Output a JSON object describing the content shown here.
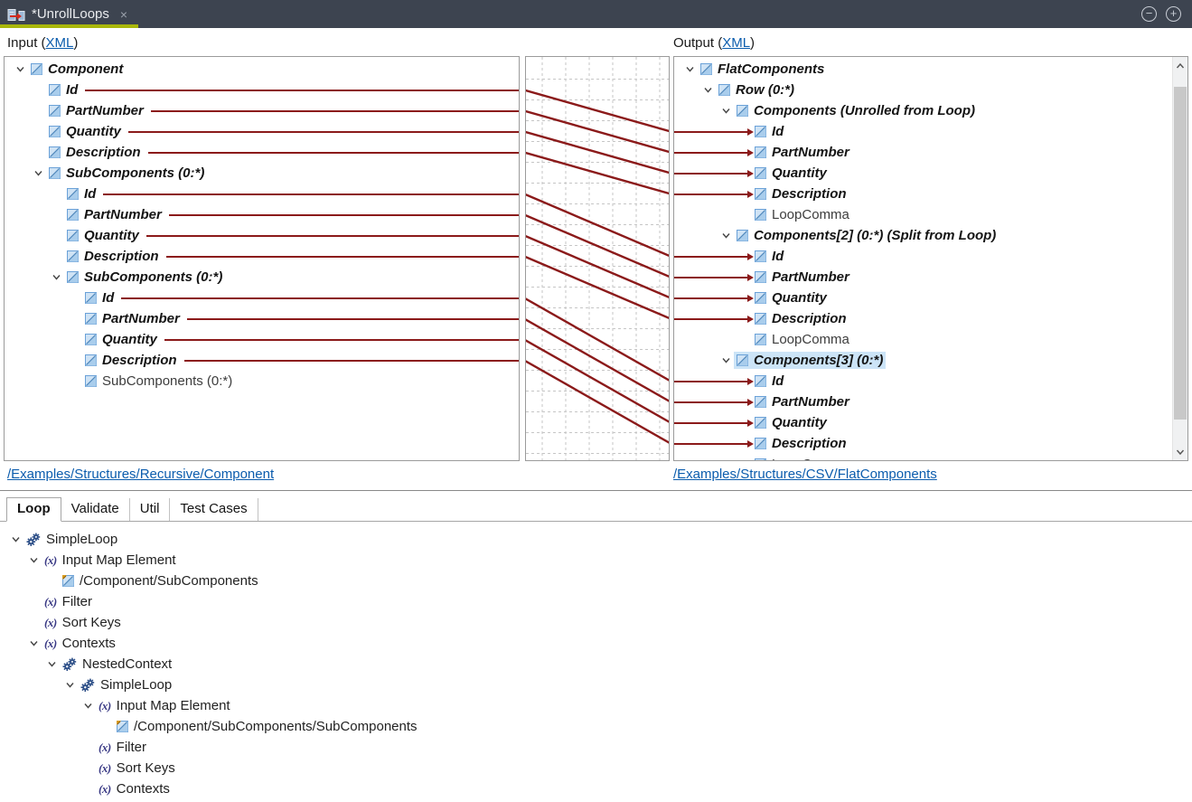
{
  "titlebar": {
    "title": "*UnrollLoops",
    "close_glyph": "×",
    "zoom_out_glyph": "−",
    "zoom_in_glyph": "+"
  },
  "headers": {
    "input": {
      "prefix": "Input (",
      "link": "XML",
      "suffix": ")"
    },
    "output": {
      "prefix": "Output (",
      "link": "XML",
      "suffix": ")"
    }
  },
  "icons": {
    "chevron_expanded": "v-chevron",
    "xml_element": "blue-square-with-diagonal",
    "xml_map_element": "blue-square-with-gold-mark",
    "formula": "(x)",
    "gears": "double-gear",
    "document_tab": "mapping-arrow-between-documents"
  },
  "input_tree": {
    "rows": [
      {
        "label": "Component",
        "level": 0,
        "chevron": true,
        "bold": true,
        "mapped": false
      },
      {
        "label": "Id",
        "level": 1,
        "chevron": false,
        "bold": true,
        "mapped": true
      },
      {
        "label": "PartNumber",
        "level": 1,
        "chevron": false,
        "bold": true,
        "mapped": true
      },
      {
        "label": "Quantity",
        "level": 1,
        "chevron": false,
        "bold": true,
        "mapped": true
      },
      {
        "label": "Description",
        "level": 1,
        "chevron": false,
        "bold": true,
        "mapped": true
      },
      {
        "label": "SubComponents (0:*)",
        "level": 1,
        "chevron": true,
        "bold": true,
        "mapped": false
      },
      {
        "label": "Id",
        "level": 2,
        "chevron": false,
        "bold": true,
        "mapped": true
      },
      {
        "label": "PartNumber",
        "level": 2,
        "chevron": false,
        "bold": true,
        "mapped": true
      },
      {
        "label": "Quantity",
        "level": 2,
        "chevron": false,
        "bold": true,
        "mapped": true
      },
      {
        "label": "Description",
        "level": 2,
        "chevron": false,
        "bold": true,
        "mapped": true
      },
      {
        "label": "SubComponents (0:*)",
        "level": 2,
        "chevron": true,
        "bold": true,
        "mapped": false
      },
      {
        "label": "Id",
        "level": 3,
        "chevron": false,
        "bold": true,
        "mapped": true
      },
      {
        "label": "PartNumber",
        "level": 3,
        "chevron": false,
        "bold": true,
        "mapped": true
      },
      {
        "label": "Quantity",
        "level": 3,
        "chevron": false,
        "bold": true,
        "mapped": true
      },
      {
        "label": "Description",
        "level": 3,
        "chevron": false,
        "bold": true,
        "mapped": true
      },
      {
        "label": "SubComponents (0:*)",
        "level": 3,
        "chevron": false,
        "bold": false,
        "mapped": false
      }
    ]
  },
  "output_tree": {
    "rows": [
      {
        "label": "FlatComponents",
        "level": 0,
        "chevron": true,
        "bold": true,
        "arrow": false,
        "selected": false
      },
      {
        "label": "Row (0:*)",
        "level": 1,
        "chevron": true,
        "bold": true,
        "arrow": false,
        "selected": false
      },
      {
        "label": "Components (Unrolled from Loop)",
        "level": 2,
        "chevron": true,
        "bold": true,
        "arrow": false,
        "selected": false
      },
      {
        "label": "Id",
        "level": 3,
        "chevron": false,
        "bold": true,
        "arrow": true,
        "selected": false
      },
      {
        "label": "PartNumber",
        "level": 3,
        "chevron": false,
        "bold": true,
        "arrow": true,
        "selected": false
      },
      {
        "label": "Quantity",
        "level": 3,
        "chevron": false,
        "bold": true,
        "arrow": true,
        "selected": false
      },
      {
        "label": "Description",
        "level": 3,
        "chevron": false,
        "bold": true,
        "arrow": true,
        "selected": false
      },
      {
        "label": "LoopComma",
        "level": 3,
        "chevron": false,
        "bold": false,
        "arrow": false,
        "selected": false
      },
      {
        "label": "Components[2] (0:*) (Split from Loop)",
        "level": 2,
        "chevron": true,
        "bold": true,
        "arrow": false,
        "selected": false
      },
      {
        "label": "Id",
        "level": 3,
        "chevron": false,
        "bold": true,
        "arrow": true,
        "selected": false
      },
      {
        "label": "PartNumber",
        "level": 3,
        "chevron": false,
        "bold": true,
        "arrow": true,
        "selected": false
      },
      {
        "label": "Quantity",
        "level": 3,
        "chevron": false,
        "bold": true,
        "arrow": true,
        "selected": false
      },
      {
        "label": "Description",
        "level": 3,
        "chevron": false,
        "bold": true,
        "arrow": true,
        "selected": false
      },
      {
        "label": "LoopComma",
        "level": 3,
        "chevron": false,
        "bold": false,
        "arrow": false,
        "selected": false
      },
      {
        "label": "Components[3] (0:*)",
        "level": 2,
        "chevron": true,
        "bold": true,
        "arrow": false,
        "selected": true
      },
      {
        "label": "Id",
        "level": 3,
        "chevron": false,
        "bold": true,
        "arrow": true,
        "selected": false
      },
      {
        "label": "PartNumber",
        "level": 3,
        "chevron": false,
        "bold": true,
        "arrow": true,
        "selected": false
      },
      {
        "label": "Quantity",
        "level": 3,
        "chevron": false,
        "bold": true,
        "arrow": true,
        "selected": false
      },
      {
        "label": "Description",
        "level": 3,
        "chevron": false,
        "bold": true,
        "arrow": true,
        "selected": false
      },
      {
        "label": "LoopComma",
        "level": 3,
        "chevron": false,
        "bold": false,
        "arrow": false,
        "selected": false
      }
    ]
  },
  "mappings": {
    "pairs": [
      [
        1,
        3
      ],
      [
        2,
        4
      ],
      [
        3,
        5
      ],
      [
        4,
        6
      ],
      [
        6,
        9
      ],
      [
        7,
        10
      ],
      [
        8,
        11
      ],
      [
        9,
        12
      ],
      [
        11,
        15
      ],
      [
        12,
        16
      ],
      [
        13,
        17
      ],
      [
        14,
        18
      ]
    ]
  },
  "links": {
    "input_path": "/Examples/Structures/Recursive/Component",
    "output_path": "/Examples/Structures/CSV/FlatComponents"
  },
  "bottom_panel": {
    "tabs": [
      {
        "label": "Loop",
        "active": true
      },
      {
        "label": "Validate",
        "active": false
      },
      {
        "label": "Util",
        "active": false
      },
      {
        "label": "Test Cases",
        "active": false
      }
    ],
    "tree": {
      "rows": [
        {
          "label": "SimpleLoop",
          "level": 0,
          "chevron": true,
          "icon": "gears-icon"
        },
        {
          "label": "Input Map Element",
          "level": 1,
          "chevron": true,
          "icon": "formula-icon"
        },
        {
          "label": "/Component/SubComponents",
          "level": 2,
          "chevron": false,
          "icon": "xml-map-icon"
        },
        {
          "label": "Filter",
          "level": 1,
          "chevron": false,
          "icon": "formula-icon"
        },
        {
          "label": "Sort Keys",
          "level": 1,
          "chevron": false,
          "icon": "formula-icon"
        },
        {
          "label": "Contexts",
          "level": 1,
          "chevron": true,
          "icon": "formula-icon"
        },
        {
          "label": "NestedContext",
          "level": 2,
          "chevron": true,
          "icon": "gears-icon"
        },
        {
          "label": "SimpleLoop",
          "level": 3,
          "chevron": true,
          "icon": "gears-icon"
        },
        {
          "label": "Input Map Element",
          "level": 4,
          "chevron": true,
          "icon": "formula-icon"
        },
        {
          "label": "/Component/SubComponents/SubComponents",
          "level": 5,
          "chevron": false,
          "icon": "xml-map-icon"
        },
        {
          "label": "Filter",
          "level": 4,
          "chevron": false,
          "icon": "formula-icon"
        },
        {
          "label": "Sort Keys",
          "level": 4,
          "chevron": false,
          "icon": "formula-icon"
        },
        {
          "label": "Contexts",
          "level": 4,
          "chevron": false,
          "icon": "formula-icon"
        }
      ]
    }
  },
  "colors": {
    "accent_green": "#a9b70a",
    "map_line": "#8b1a1a",
    "link_blue": "#0b5cad",
    "selection": "#cce4f7",
    "titlebar_bg": "#3d4450"
  }
}
